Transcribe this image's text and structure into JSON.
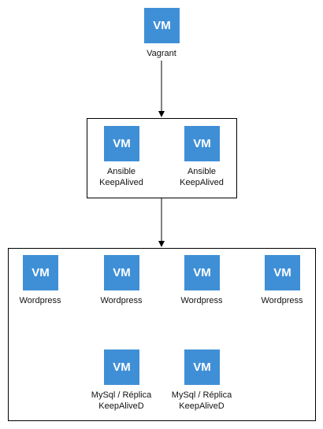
{
  "colors": {
    "vm_fill": "#3f8fd6",
    "vm_text": "#ffffff",
    "edge": "#000000",
    "border": "#000000"
  },
  "icon_text": "VM",
  "vagrant": {
    "label": "Vagrant"
  },
  "ansible_group": {
    "nodes": [
      {
        "line1": "Ansible",
        "line2": "KeepAlived"
      },
      {
        "line1": "Ansible",
        "line2": "KeepAlived"
      }
    ]
  },
  "app_group": {
    "wordpress": [
      {
        "label": "Wordpress"
      },
      {
        "label": "Wordpress"
      },
      {
        "label": "Wordpress"
      },
      {
        "label": "Wordpress"
      }
    ],
    "mysql": [
      {
        "line1": "MySql / Réplica",
        "line2": "KeepAliveD"
      },
      {
        "line1": "MySql / Réplica",
        "line2": "KeepAliveD"
      }
    ]
  }
}
